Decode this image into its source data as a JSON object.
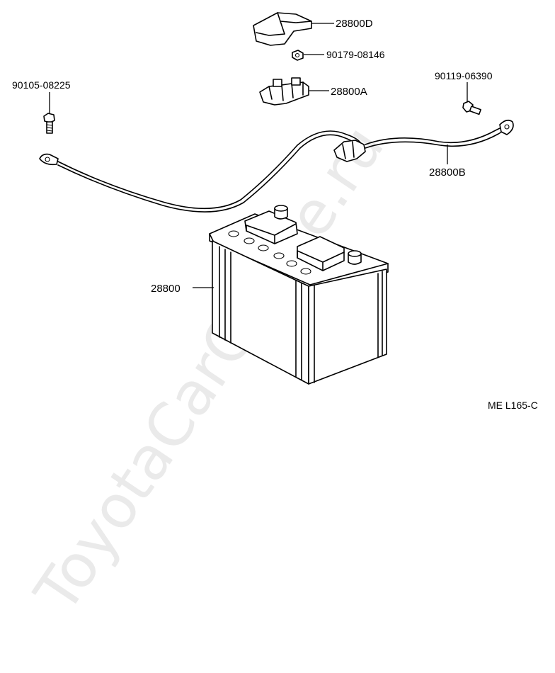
{
  "diagram": {
    "watermark": "ToyotaCarOnline.ru",
    "reference_code": "ME L165-C",
    "parts": {
      "battery_cover": "28800D",
      "nut": "90179-08146",
      "terminal_clamp": "28800A",
      "bolt_left": "90105-08225",
      "bolt_right": "90119-06390",
      "battery_cable": "28800B",
      "battery": "28800"
    }
  }
}
